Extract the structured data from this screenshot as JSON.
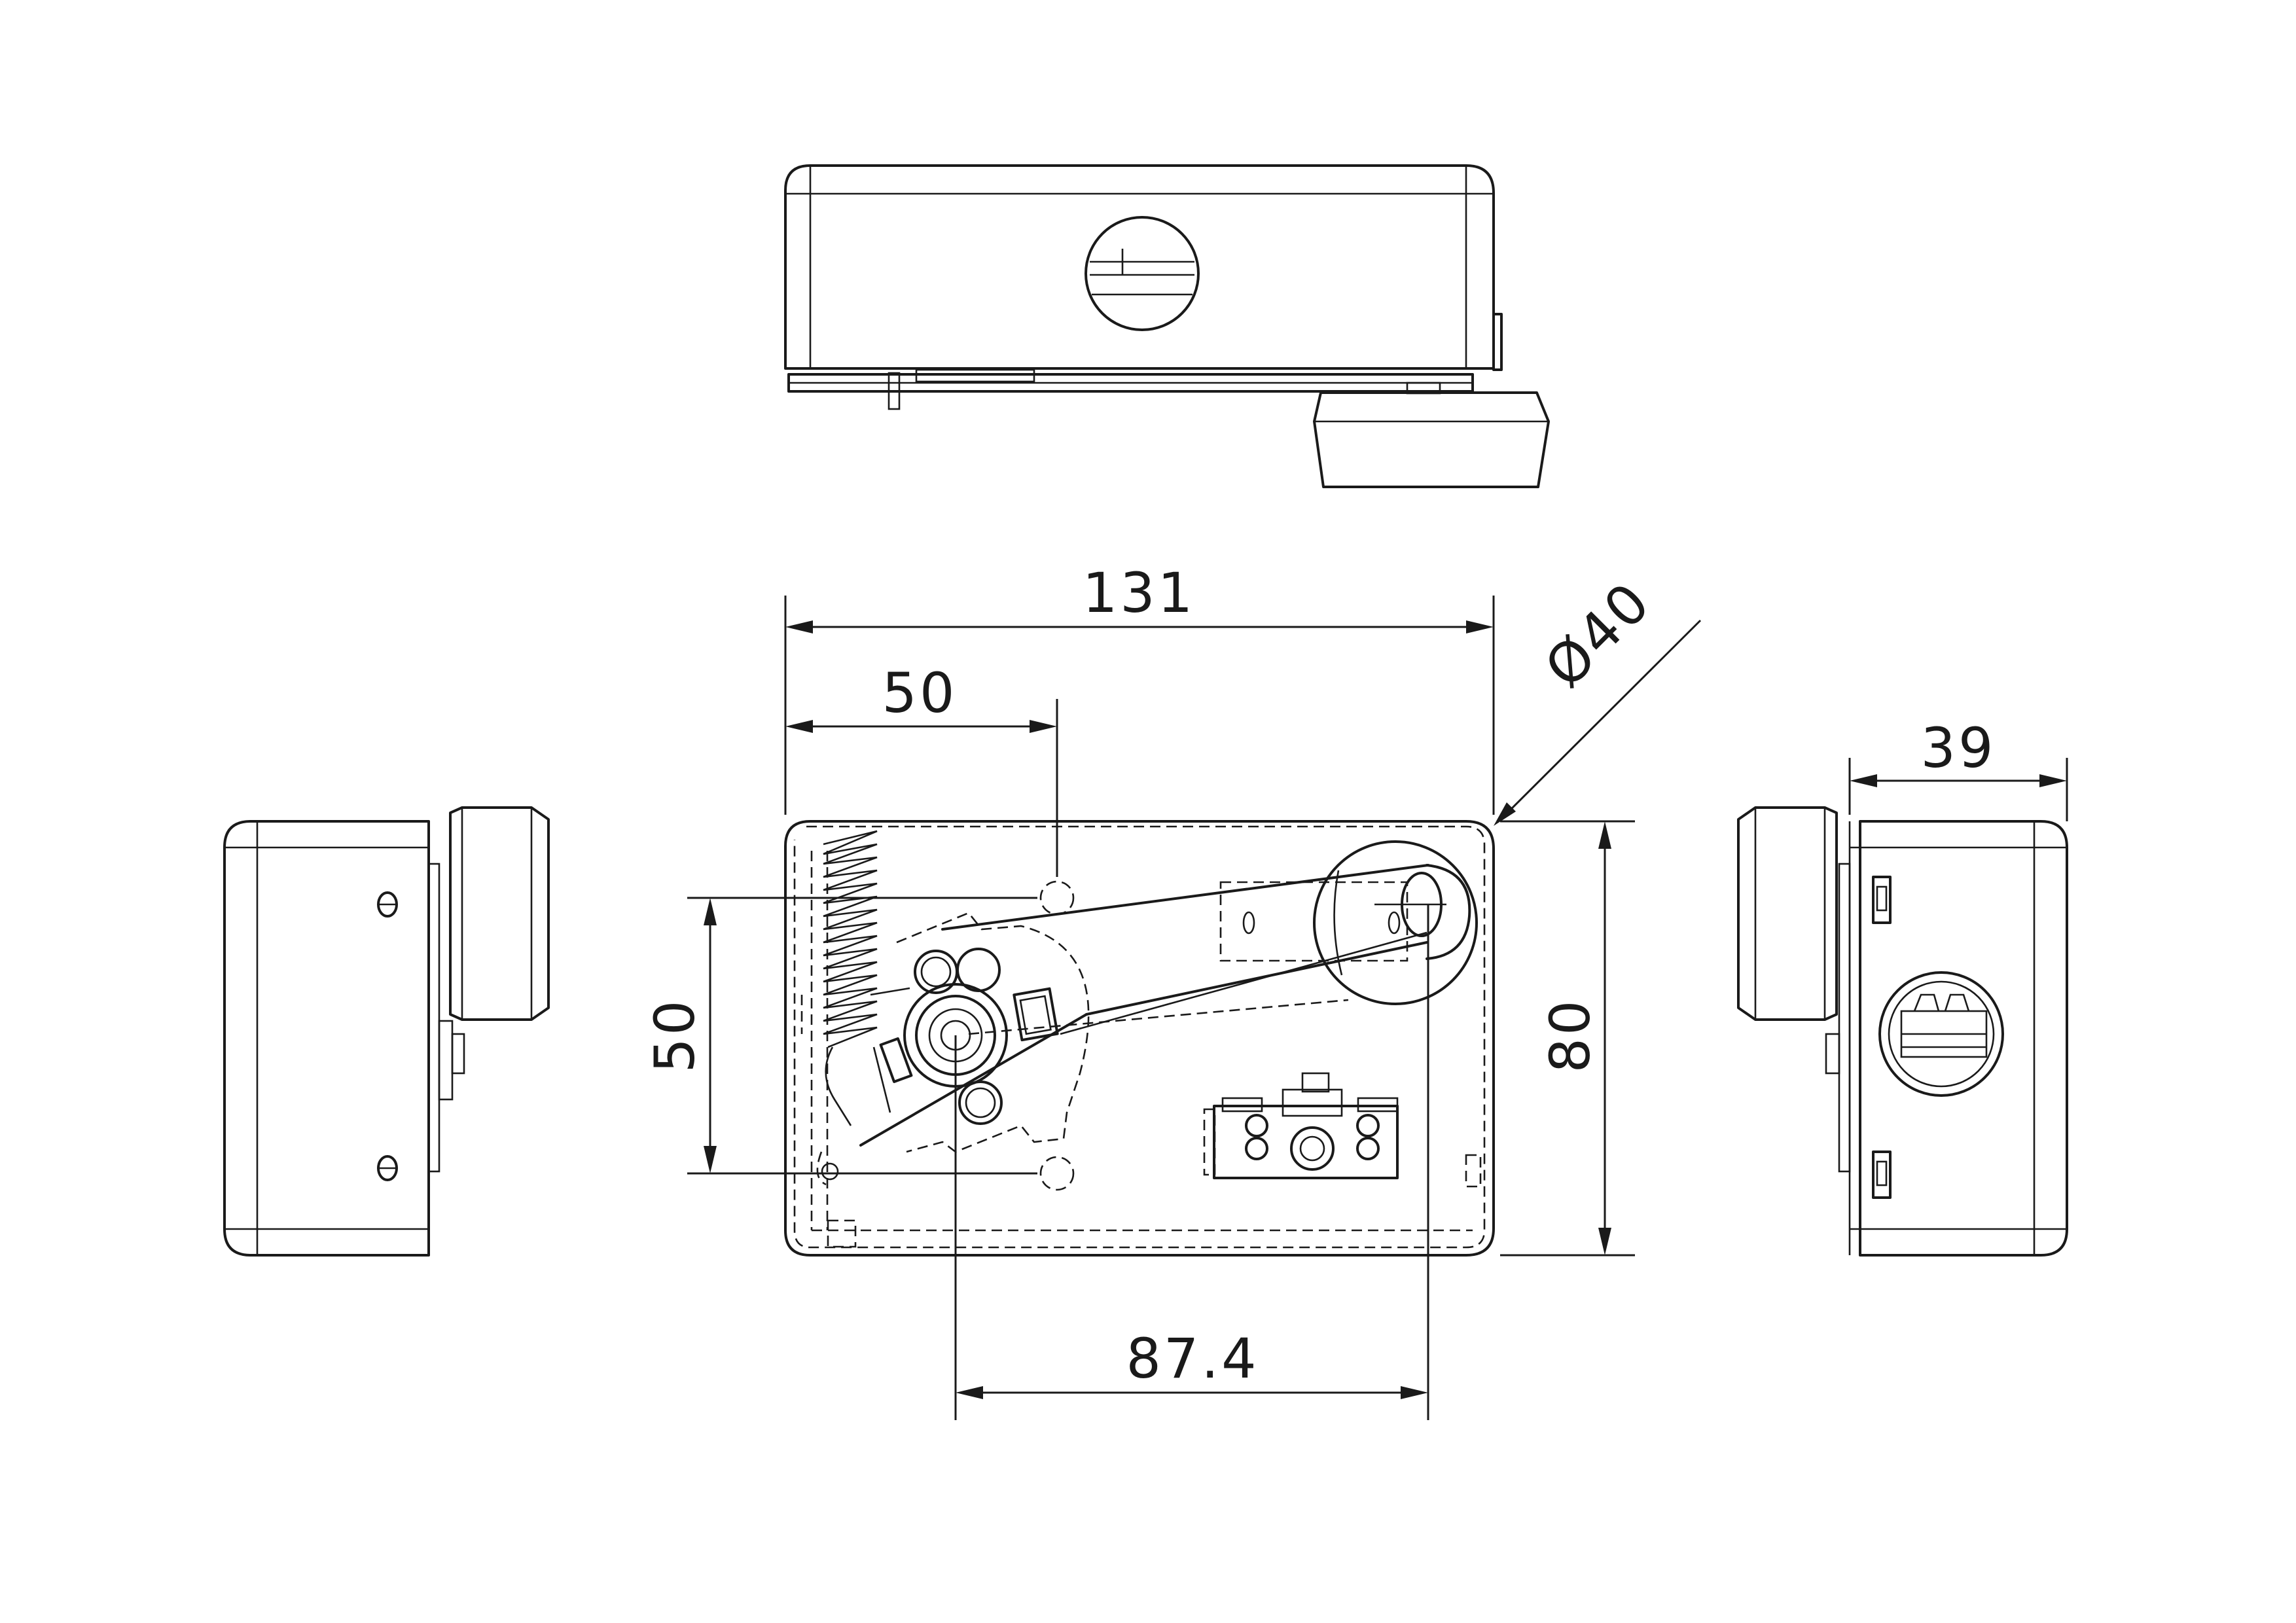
{
  "dimensions": {
    "overall_width": "131",
    "left_offset": "50",
    "diameter": "Ø40",
    "hole_spacing": "50",
    "overall_height": "80",
    "depth": "39",
    "shaft_distance": "87.4"
  }
}
